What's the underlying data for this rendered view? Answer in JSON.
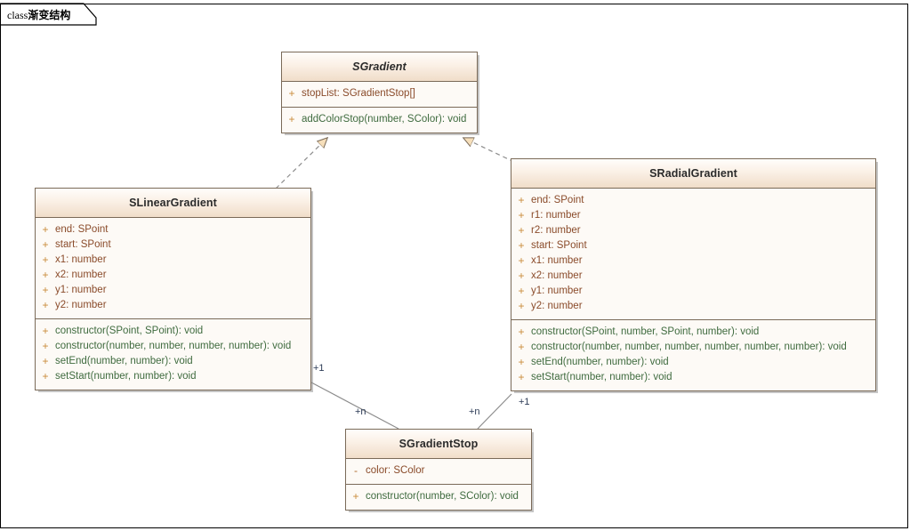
{
  "diagram": {
    "tab_label_latin": "class",
    "tab_label_cjk": "渐变结构",
    "background": "#ffffff",
    "frame_border_color": "#000000",
    "class_border_color": "#7a6a58",
    "attribute_text_color": "#8a4b2a",
    "method_text_color": "#3f6b3f",
    "visibility_color": "#c98b3a",
    "header_gradient_top": "#fffdfb",
    "header_gradient_bottom": "#f0ddc9",
    "edge_label_color": "#2b3a55"
  },
  "classes": {
    "sgradient": {
      "name": "SGradient",
      "abstract": true,
      "attributes": [
        {
          "visibility": "+",
          "text": "stopList: SGradientStop[]"
        }
      ],
      "methods": [
        {
          "visibility": "+",
          "text": "addColorStop(number, SColor): void"
        }
      ]
    },
    "slineargradient": {
      "name": "SLinearGradient",
      "abstract": false,
      "attributes": [
        {
          "visibility": "+",
          "text": "end: SPoint"
        },
        {
          "visibility": "+",
          "text": "start: SPoint"
        },
        {
          "visibility": "+",
          "text": "x1: number"
        },
        {
          "visibility": "+",
          "text": "x2: number"
        },
        {
          "visibility": "+",
          "text": "y1: number"
        },
        {
          "visibility": "+",
          "text": "y2: number"
        }
      ],
      "methods": [
        {
          "visibility": "+",
          "text": "constructor(SPoint, SPoint): void"
        },
        {
          "visibility": "+",
          "text": "constructor(number, number, number, number): void"
        },
        {
          "visibility": "+",
          "text": "setEnd(number, number): void"
        },
        {
          "visibility": "+",
          "text": "setStart(number, number): void"
        }
      ]
    },
    "sradialgradient": {
      "name": "SRadialGradient",
      "abstract": false,
      "attributes": [
        {
          "visibility": "+",
          "text": "end: SPoint"
        },
        {
          "visibility": "+",
          "text": "r1: number"
        },
        {
          "visibility": "+",
          "text": "r2: number"
        },
        {
          "visibility": "+",
          "text": "start: SPoint"
        },
        {
          "visibility": "+",
          "text": "x1: number"
        },
        {
          "visibility": "+",
          "text": "x2: number"
        },
        {
          "visibility": "+",
          "text": "y1: number"
        },
        {
          "visibility": "+",
          "text": "y2: number"
        }
      ],
      "methods": [
        {
          "visibility": "+",
          "text": "constructor(SPoint, number, SPoint, number): void"
        },
        {
          "visibility": "+",
          "text": "constructor(number, number, number, number, number, number): void"
        },
        {
          "visibility": "+",
          "text": "setEnd(number, number): void"
        },
        {
          "visibility": "+",
          "text": "setStart(number, number): void"
        }
      ]
    },
    "sgradientstop": {
      "name": "SGradientStop",
      "abstract": false,
      "attributes": [
        {
          "visibility": "-",
          "text": "color: SColor"
        }
      ],
      "methods": [
        {
          "visibility": "+",
          "text": "constructor(number, SColor): void"
        }
      ]
    }
  },
  "relationships": [
    {
      "kind": "generalization",
      "from": "SLinearGradient",
      "to": "SGradient",
      "style": "dashed"
    },
    {
      "kind": "generalization",
      "from": "SRadialGradient",
      "to": "SGradient",
      "style": "dashed"
    },
    {
      "kind": "association",
      "from": "SLinearGradient",
      "to": "SGradientStop",
      "style": "solid",
      "source_multiplicity": "+1",
      "target_multiplicity": "+n"
    },
    {
      "kind": "association",
      "from": "SRadialGradient",
      "to": "SGradientStop",
      "style": "solid",
      "source_multiplicity": "+1",
      "target_multiplicity": "+n"
    }
  ],
  "edge_labels": {
    "linear_end": "+1",
    "linear_stop": "+n",
    "radial_stop": "+n",
    "radial_end": "+1"
  }
}
